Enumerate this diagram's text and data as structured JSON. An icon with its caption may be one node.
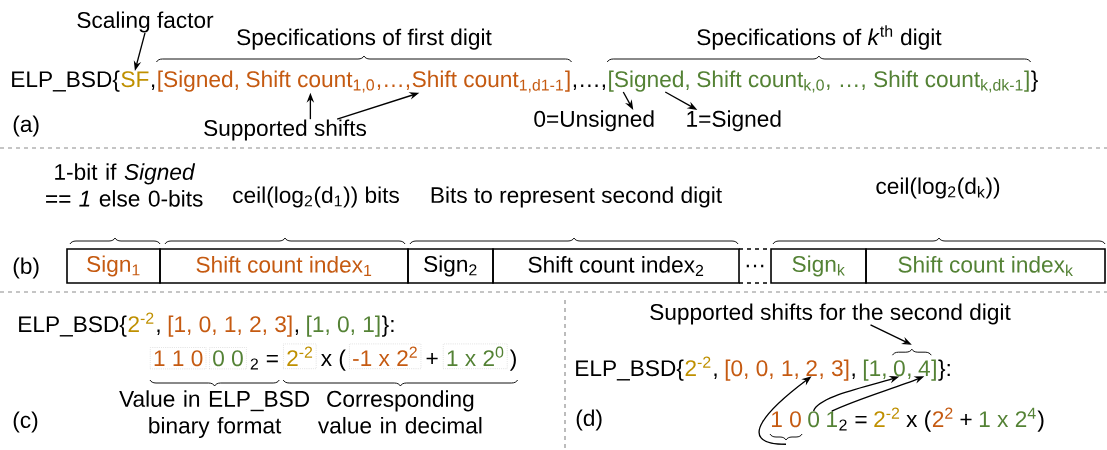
{
  "diagram": {
    "nodes": [
      {
        "text": [
          "Scaling factor"
        ]
      },
      {
        "text": [
          "SF"
        ]
      },
      {
        "text": [
          "Shift count$_{1,0}$"
        ]
      },
      {
        "text": [
          "Shift count$_{1,d1-1}$"
        ]
      },
      {
        "text": [
          "[Signed,"
        ]
      },
      {
        "text": [
          "Supported shifts"
        ]
      },
      {
        "text": [
          "0=Unsigned"
        ]
      },
      {
        "text": [
          "1=Signed"
        ]
      },
      {
        "text": [
          "Sign$_{1}$"
        ]
      },
      {
        "text": [
          "Shift count index$_{1}$"
        ]
      },
      {
        "text": [
          "Sign$_{2}$"
        ]
      },
      {
        "text": [
          "Shift count index$_{2}$"
        ]
      },
      {
        "text": [
          "…"
        ]
      },
      {
        "text": [
          "Sign$_{k}$"
        ]
      },
      {
        "text": [
          "Shift count index$_{k}$"
        ]
      },
      {
        "text": [
          "1 1 0"
        ]
      },
      {
        "text": [
          "0 0"
        ]
      },
      {
        "text": [
          "2$^{-2}$"
        ]
      },
      {
        "text": [
          "-1 x 2$^{2}$"
        ]
      },
      {
        "text": [
          "1 x 2$^{0}$"
        ]
      },
      {
        "text": [
          "Supported shifts for the second digit"
        ]
      },
      {
        "text": [],
        "shape": "brace"
      },
      {
        "text": [
          "2"
        ]
      },
      {
        "text": [
          "0"
        ]
      },
      {
        "text": [
          "4"
        ]
      },
      {
        "text": [
          "1 0"
        ]
      },
      {
        "text": [
          "0"
        ]
      },
      {
        "text": [
          "1"
        ]
      }
    ],
    "edges": [
      {
        "from": 0,
        "to": 1,
        "arrow": "to"
      },
      {
        "from": 5,
        "to": 2,
        "arrow": "to"
      },
      {
        "from": 5,
        "to": 3,
        "arrow": "to"
      },
      {
        "from": 4,
        "to": 6,
        "arrow": "to"
      },
      {
        "from": 4,
        "to": 7,
        "arrow": "to"
      },
      {
        "from": 20,
        "to": 21,
        "arrow": "to"
      },
      {
        "from": 25,
        "to": 22,
        "arrow": "to"
      },
      {
        "from": 26,
        "to": 23,
        "arrow": "to"
      },
      {
        "from": 27,
        "to": 24,
        "arrow": "to"
      }
    ],
    "labels": [
      "Specifications of first digit",
      "Specifications of *k*$^{th}$ digit",
      "ELP_BSD{",
      ",",
      "[Signed,",
      ",…,",
      "]",
      ",…,",
      "Shift count$_{k,0}$, …, Shift count$_{k,dk-1}$]",
      "}",
      "(a)",
      "1-bit if *Signed == 1* else 0-bits",
      "ceil(log$_{2}$(d$_{1}$)) bits",
      "Bits to represent second digit",
      "ceil(log$_{2}$(d$_{k}$))",
      "(b)",
      "ELP_BSD{",
      "2$^{-2}$",
      ",",
      "[1, 0, 1, 2, 3]",
      ",",
      "[1, 0, 1]",
      "}:",
      "$_{2}$ =",
      "x (",
      "+",
      ")",
      "Value in ELP_BSD binary format",
      "Corresponding value in decimal",
      "(c)",
      "ELP_BSD{",
      "2$^{-2}$",
      ",",
      "[0, 0, 1,",
      ", 3]",
      ",",
      "[1,",
      ",",
      "]",
      "}:",
      "(d)",
      "$_{2}$ =",
      "2$^{-2}$",
      "x (",
      "2$^{2}$",
      "+",
      "1 x 2$^{4}$",
      ")"
    ]
  }
}
